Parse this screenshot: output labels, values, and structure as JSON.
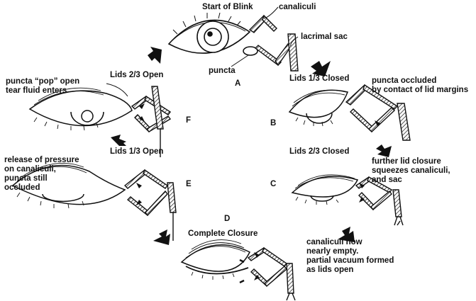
{
  "title": "Start of Blink",
  "labels": {
    "canaliculi": "canaliculi",
    "lacrimal_sac": "lacrimal sac",
    "puncta": "puncta",
    "stage_A": "A",
    "stage_B": "B",
    "stage_C": "C",
    "stage_D": "D",
    "stage_E": "E",
    "stage_F": "F",
    "lids_1_3_closed": "Lids 1/3 Closed",
    "lids_2_3_closed": "Lids 2/3 Closed",
    "complete_closure": "Complete Closure",
    "lids_1_3_open": "Lids 1/3 Open",
    "lids_2_3_open": "Lids 2/3 Open"
  },
  "notes": {
    "b": "puncta occluded\nby contact of lid margins",
    "c": "further lid closure\nsqueezes canaliculi,\nand sac",
    "d": "canaliculi now\nnearly empty.\npartial vacuum formed\nas lids open",
    "e": "release of pressure\non canaliculi,\npuncta still\noccluded",
    "f": "puncta “pop” open\ntear fluid enters"
  }
}
